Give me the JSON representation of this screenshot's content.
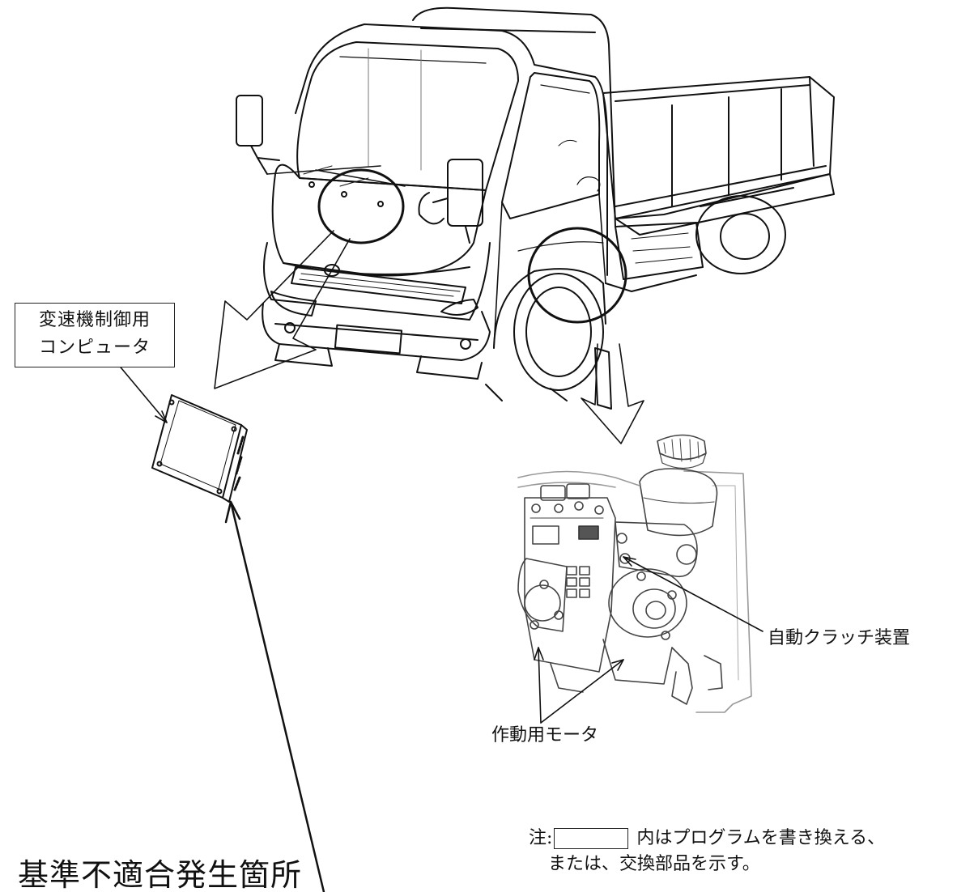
{
  "labels": {
    "ecu_line1": "変速機制御用",
    "ecu_line2": "コンピュータ",
    "clutch": "自動クラッチ装置",
    "motor": "作動用モータ",
    "title": "基準不適合発生箇所"
  },
  "note": {
    "prefix": "注:",
    "line1_suffix": "内はプログラムを書き換える、",
    "line2": "または、交換部品を示す。"
  },
  "icons": {
    "truck": "truck-illustration-icon",
    "ecu": "ecu-unit-icon",
    "clutch": "clutch-actuator-icon"
  },
  "colors": {
    "line": "#111111",
    "background": "#ffffff"
  }
}
